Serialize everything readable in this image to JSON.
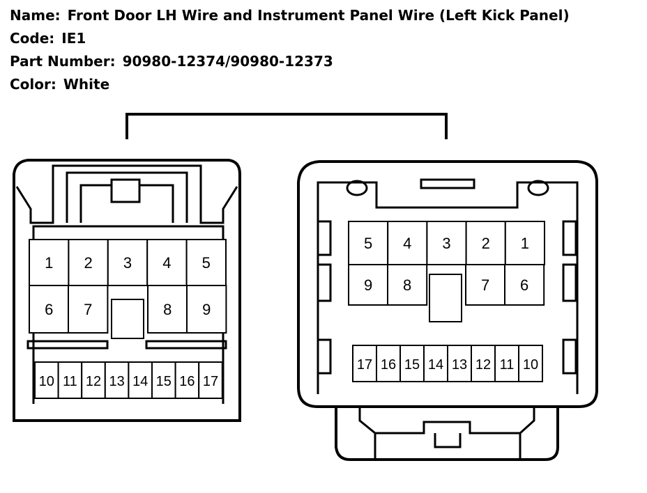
{
  "header": {
    "name_label": "Name:",
    "name_value": "Front Door LH Wire and Instrument Panel Wire (Left Kick Panel)",
    "code_label": "Code:",
    "code_value": "IE1",
    "part_label": "Part Number:",
    "part_value": "90980-12374/90980-12373",
    "color_label": "Color:",
    "color_value": "White"
  },
  "left_connector": {
    "top_row": [
      "1",
      "2",
      "3",
      "4",
      "5"
    ],
    "mid_row": [
      "6",
      "7",
      "8",
      "9"
    ],
    "bottom_row": [
      "10",
      "11",
      "12",
      "13",
      "14",
      "15",
      "16",
      "17"
    ]
  },
  "right_connector": {
    "top_row": [
      "5",
      "4",
      "3",
      "2",
      "1"
    ],
    "mid_row": [
      "9",
      "8",
      "7",
      "6"
    ],
    "bottom_row": [
      "17",
      "16",
      "15",
      "14",
      "13",
      "12",
      "11",
      "10"
    ]
  }
}
